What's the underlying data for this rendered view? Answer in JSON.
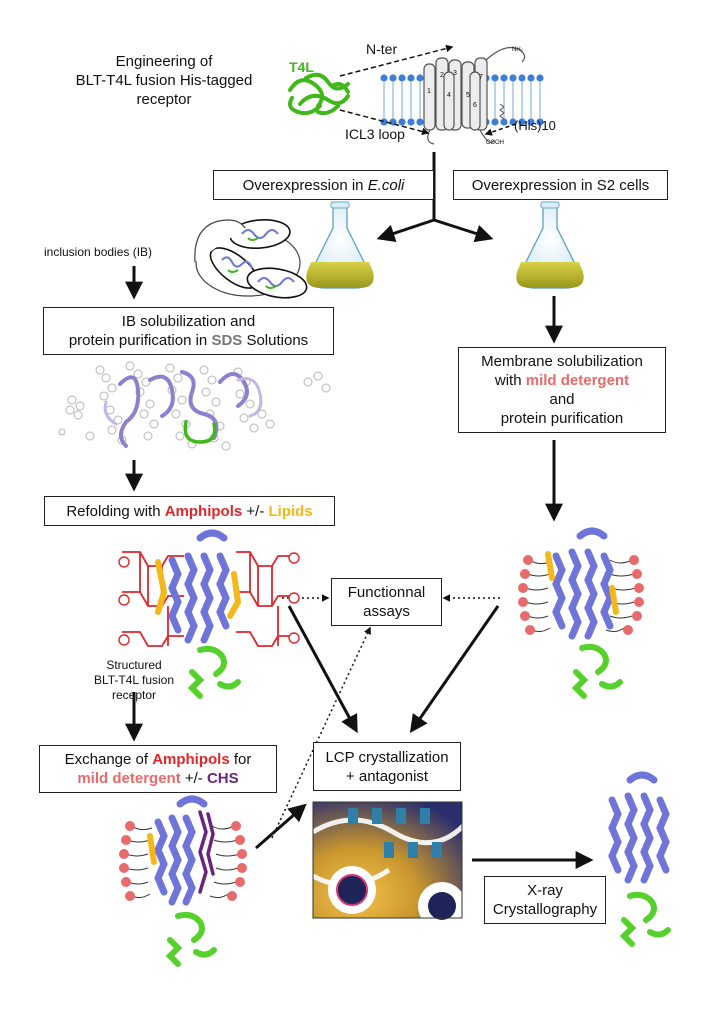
{
  "title_lines": [
    "Engineering of",
    "BLT-T4L fusion His-tagged",
    "receptor"
  ],
  "receptor_labels": {
    "t4l": "T4L",
    "nter": "N-ter",
    "icl3": "ICL3 loop",
    "his": "(His)10",
    "nh2": "NH₂",
    "cooh": "COOH",
    "helix_numbers": [
      "1",
      "2",
      "3",
      "4",
      "5",
      "6",
      "7"
    ]
  },
  "overexpression_ecoli": {
    "prefix": "Overexpression in ",
    "organism": "E.coli"
  },
  "overexpression_s2": "Overexpression in S2 cells",
  "inclusion_bodies": "inclusion bodies (IB)",
  "ib_solubilization": {
    "line1": "IB solubilization and",
    "line2_prefix": "protein purification in ",
    "line2_highlight": "SDS",
    "line2_suffix": " Solutions"
  },
  "membrane_solubilization": {
    "line1": "Membrane solubilization",
    "line2_prefix": "with ",
    "line2_highlight": "mild detergent",
    "line3": "and",
    "line4": "protein purification"
  },
  "refolding": {
    "prefix": "Refolding with ",
    "amphipols": "Amphipols",
    "mid": " +/- ",
    "lipids": "Lipids"
  },
  "functional_assays": [
    "Functionnal",
    "assays"
  ],
  "structured_receptor": [
    "Structured",
    "BLT-T4L fusion",
    "receptor"
  ],
  "exchange": {
    "line1_prefix": "Exchange of ",
    "line1_highlight": "Amphipols",
    "line1_suffix": " for",
    "line2_highlight": "mild detergent",
    "line2_mid": " +/- ",
    "line2_highlight2": "CHS"
  },
  "lcp": [
    "LCP crystallization",
    "+ antagonist"
  ],
  "xray": [
    "X-ray",
    "Crystallography"
  ],
  "colors": {
    "amphipol_red": "#e0262b",
    "detergent_pink": "#e86a6a",
    "lipid_yellow": "#f3b81a",
    "chs_purple": "#6a2480",
    "helix_blue": "#6f74d8",
    "t4l_green": "#56d12b",
    "membrane_blue": "#3d7fd6",
    "media_olive": "#b7b32c"
  }
}
